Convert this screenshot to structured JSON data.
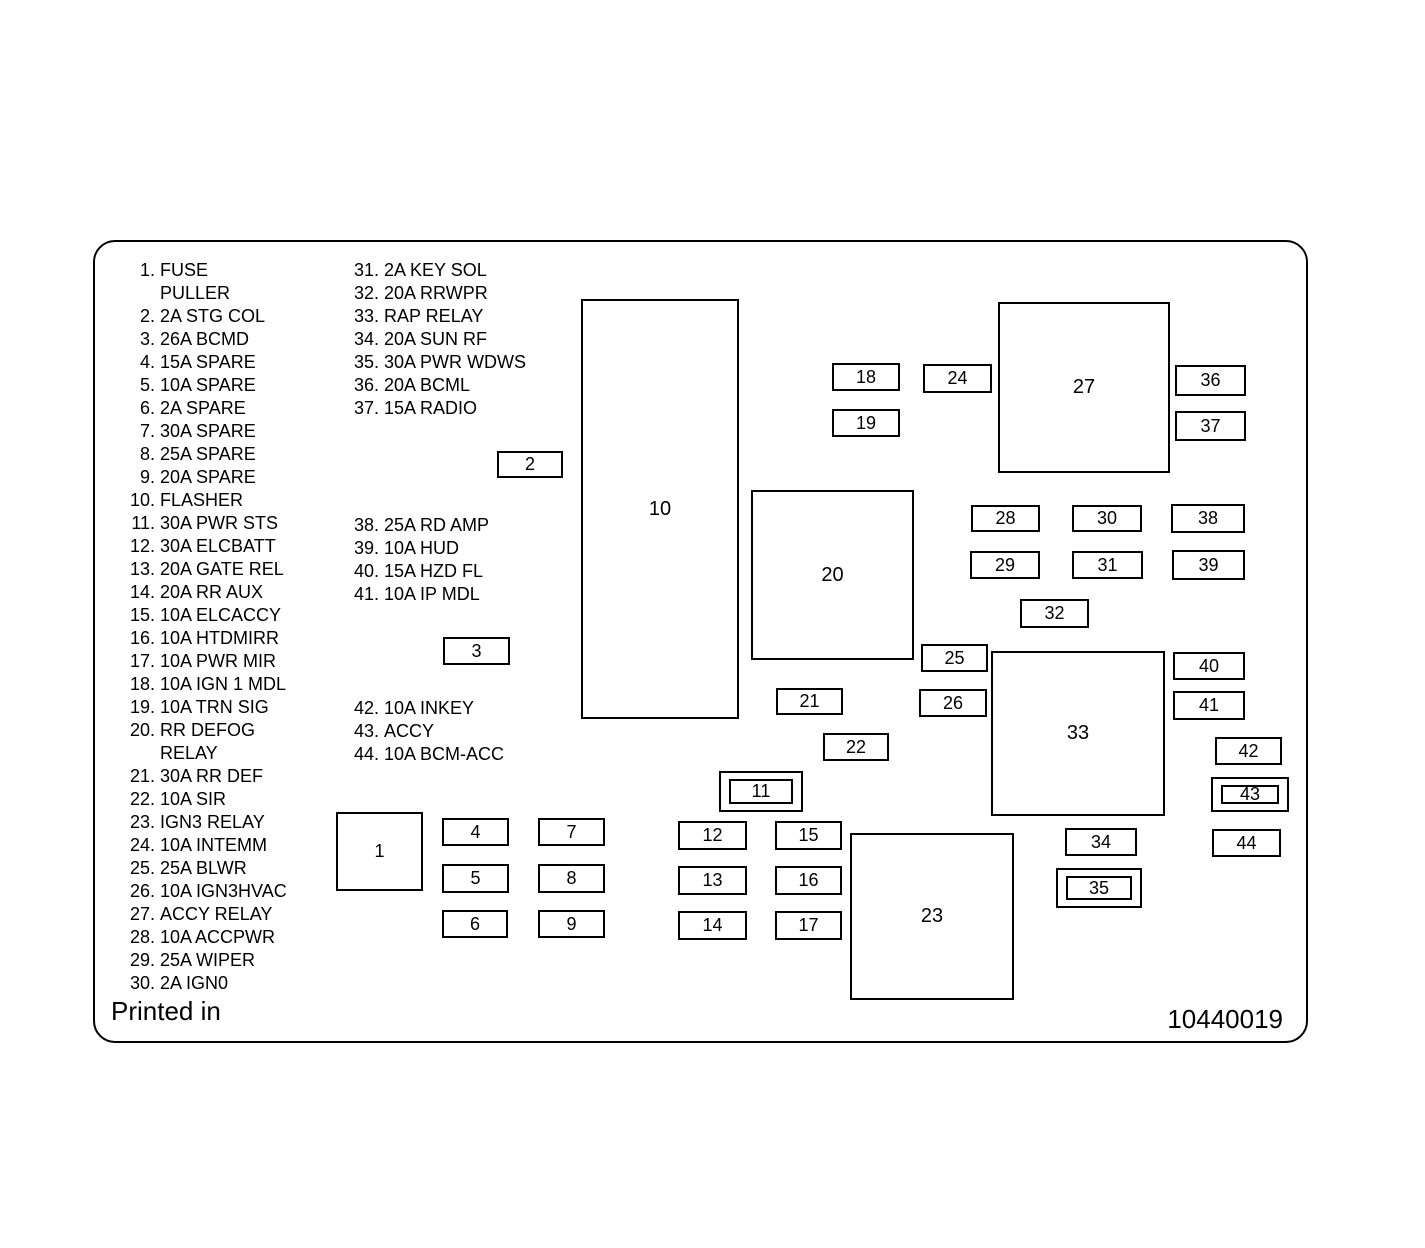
{
  "legend_col1": [
    {
      "num": "1.",
      "text": "FUSE"
    },
    {
      "num": "",
      "text": "PULLER"
    },
    {
      "num": "2.",
      "text": "2A STG COL"
    },
    {
      "num": "3.",
      "text": "26A BCMD"
    },
    {
      "num": "4.",
      "text": "15A SPARE"
    },
    {
      "num": "5.",
      "text": "10A SPARE"
    },
    {
      "num": "6.",
      "text": "2A SPARE"
    },
    {
      "num": "7.",
      "text": "30A SPARE"
    },
    {
      "num": "8.",
      "text": "25A SPARE"
    },
    {
      "num": "9.",
      "text": "20A SPARE"
    },
    {
      "num": "10.",
      "text": "FLASHER"
    },
    {
      "num": "11.",
      "text": "30A PWR STS"
    },
    {
      "num": "12.",
      "text": "30A ELCBATT"
    },
    {
      "num": "13.",
      "text": "20A GATE REL"
    },
    {
      "num": "14.",
      "text": "20A RR AUX"
    },
    {
      "num": "15.",
      "text": "10A ELCACCY"
    },
    {
      "num": "16.",
      "text": "10A HTDMIRR"
    },
    {
      "num": "17.",
      "text": "10A PWR MIR"
    },
    {
      "num": "18.",
      "text": "10A IGN 1 MDL"
    },
    {
      "num": "19.",
      "text": "10A TRN SIG"
    },
    {
      "num": "20.",
      "text": "RR DEFOG"
    },
    {
      "num": "",
      "text": "RELAY"
    },
    {
      "num": "21.",
      "text": "30A RR DEF"
    },
    {
      "num": "22.",
      "text": "10A SIR"
    },
    {
      "num": "23.",
      "text": "IGN3 RELAY"
    },
    {
      "num": "24.",
      "text": "10A INTEMM"
    },
    {
      "num": "25.",
      "text": "25A BLWR"
    },
    {
      "num": "26.",
      "text": "10A IGN3HVAC"
    },
    {
      "num": "27.",
      "text": "ACCY RELAY"
    },
    {
      "num": "28.",
      "text": "10A ACCPWR"
    },
    {
      "num": "29.",
      "text": "25A WIPER"
    },
    {
      "num": "30.",
      "text": "2A IGN0"
    }
  ],
  "legend_col2a": [
    {
      "num": "31.",
      "text": "2A KEY SOL"
    },
    {
      "num": "32.",
      "text": "20A RRWPR"
    },
    {
      "num": "33.",
      "text": "RAP RELAY"
    },
    {
      "num": "34.",
      "text": "20A SUN RF"
    },
    {
      "num": "35.",
      "text": "30A PWR WDWS"
    },
    {
      "num": "36.",
      "text": "20A BCML"
    },
    {
      "num": "37.",
      "text": "15A RADIO"
    }
  ],
  "legend_col2b": [
    {
      "num": "38.",
      "text": "25A RD AMP"
    },
    {
      "num": "39.",
      "text": "10A HUD"
    },
    {
      "num": "40.",
      "text": "15A HZD FL"
    },
    {
      "num": "41.",
      "text": "10A IP MDL"
    }
  ],
  "legend_col2c": [
    {
      "num": "42.",
      "text": "10A INKEY"
    },
    {
      "num": "43.",
      "text": "ACCY"
    },
    {
      "num": "44.",
      "text": "10A BCM-ACC"
    }
  ],
  "boxes": [
    "1",
    "2",
    "3",
    "4",
    "5",
    "6",
    "7",
    "8",
    "9",
    "10",
    "11",
    "12",
    "13",
    "14",
    "15",
    "16",
    "17",
    "18",
    "19",
    "20",
    "21",
    "22",
    "23",
    "24",
    "25",
    "26",
    "27",
    "28",
    "29",
    "30",
    "31",
    "32",
    "33",
    "34",
    "35",
    "36",
    "37",
    "38",
    "39",
    "40",
    "41",
    "42",
    "43",
    "44"
  ],
  "footer": {
    "printed": "Printed in",
    "part_number": "10440019"
  }
}
